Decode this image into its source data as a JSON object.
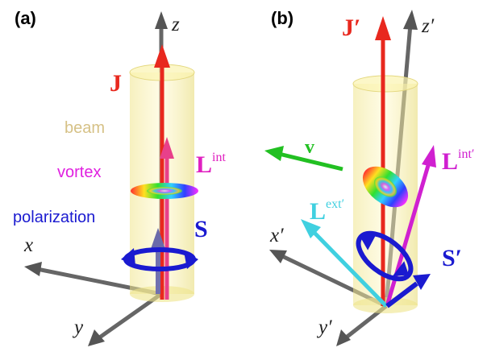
{
  "colors": {
    "J": "#e8281e",
    "L_int": "#e8308a",
    "L_int_prime": "#d020d0",
    "L_ext_prime": "#40d0e0",
    "S": "#1a1ad0",
    "v": "#22c022",
    "beam": "#f5ee9a",
    "axis": "#555555",
    "beam_label": "#d8c080",
    "vortex_label": "#e020e0",
    "polarization_label": "#1a1ad0"
  },
  "panel_a": {
    "label": "(a)",
    "axis_z": "z",
    "axis_x": "x",
    "axis_y": "y",
    "J_label": "J",
    "L_label": "L",
    "L_sup": "int",
    "S_label": "S",
    "beam_text": "beam",
    "vortex_text": "vortex",
    "polarization_text": "polarization"
  },
  "panel_b": {
    "label": "(b)",
    "axis_z": "z′",
    "axis_x": "x′",
    "axis_y": "y′",
    "J_label": "J′",
    "L_int_label": "L",
    "L_int_sup": "int′",
    "L_ext_label": "L",
    "L_ext_sup": "ext′",
    "S_label": "S′",
    "v_label": "v"
  }
}
